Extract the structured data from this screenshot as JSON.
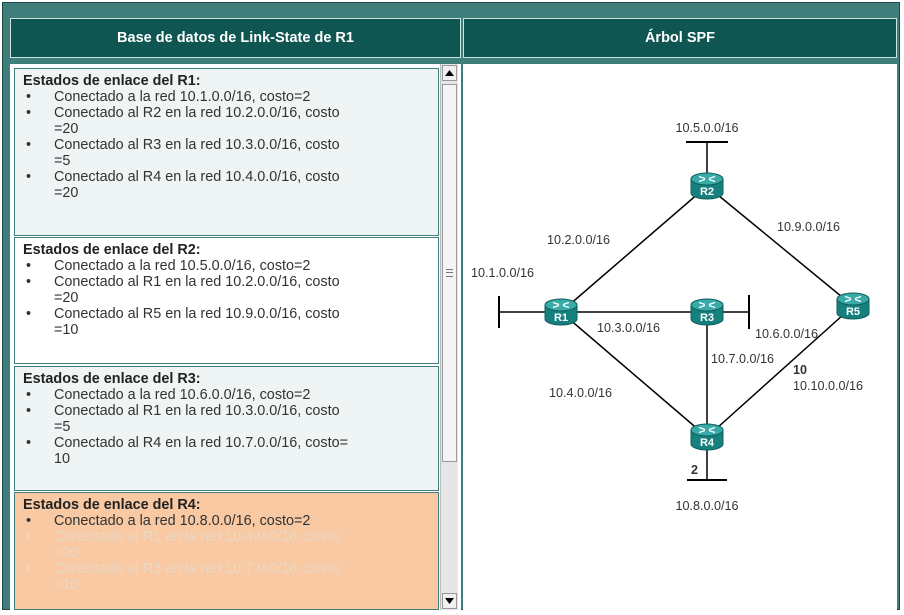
{
  "headers": {
    "left": "Base de datos de Link-State de R1",
    "right": "Árbol SPF"
  },
  "lsdb": [
    {
      "title": "Estados de enlace del R1:",
      "items": [
        {
          "line1": "Conectado a la red 10.1.0.0/16, costo=2",
          "line2": ""
        },
        {
          "line1": "Conectado al R2 en la red 10.2.0.0/16, costo",
          "line2": "=20"
        },
        {
          "line1": "Conectado al R3 en la red 10.3.0.0/16, costo",
          "line2": "=5"
        },
        {
          "line1": "Conectado al R4 en la red 10.4.0.0/16, costo",
          "line2": "=20"
        }
      ]
    },
    {
      "title": "Estados de enlace del R2:",
      "items": [
        {
          "line1": "Conectado a la red 10.5.0.0/16, costo=2",
          "line2": ""
        },
        {
          "line1": "Conectado al R1 en la red 10.2.0.0/16, costo",
          "line2": "=20"
        },
        {
          "line1": "Conectado al R5 en la red 10.9.0.0/16, costo",
          "line2": "=10"
        }
      ]
    },
    {
      "title": "Estados de enlace del R3:",
      "items": [
        {
          "line1": "Conectado a la red 10.6.0.0/16, costo=2",
          "line2": ""
        },
        {
          "line1": "Conectado al R1 en la red 10.3.0.0/16, costo",
          "line2": "=5"
        },
        {
          "line1": "Conectado al R4 en la red 10.7.0.0/16, costo=",
          "line2": "10"
        }
      ]
    },
    {
      "title": "Estados de enlace del R4:",
      "items": [
        {
          "line1": "Conectado a la red 10.8.0.0/16, costo=2",
          "line2": ""
        },
        {
          "line1": "Conectado al R1 en la red 10.4.0.0/16, costo",
          "line2": "=20"
        },
        {
          "line1": "Conectado al R3 en la red 10.7.0.0/16, costo",
          "line2": "=10"
        }
      ]
    }
  ],
  "topology": {
    "routers": {
      "r1": "R1",
      "r2": "R2",
      "r3": "R3",
      "r4": "R4",
      "r5": "R5"
    },
    "networks": {
      "n1": "10.1.0.0/16",
      "n2": "10.2.0.0/16",
      "n3": "10.3.0.0/16",
      "n4": "10.4.0.0/16",
      "n5": "10.5.0.0/16",
      "n6": "10.6.0.0/16",
      "n7": "10.7.0.0/16",
      "n8": "10.8.0.0/16",
      "n9": "10.9.0.0/16",
      "n10": "10.10.0.0/16"
    },
    "costs": {
      "c_r4_stub": "2",
      "c_r5_link": "10"
    }
  },
  "colors": {
    "frame": "#3f7f7b",
    "header": "#0f5552",
    "router": "#1f8f8d",
    "highlight": "#f8c9a3"
  }
}
